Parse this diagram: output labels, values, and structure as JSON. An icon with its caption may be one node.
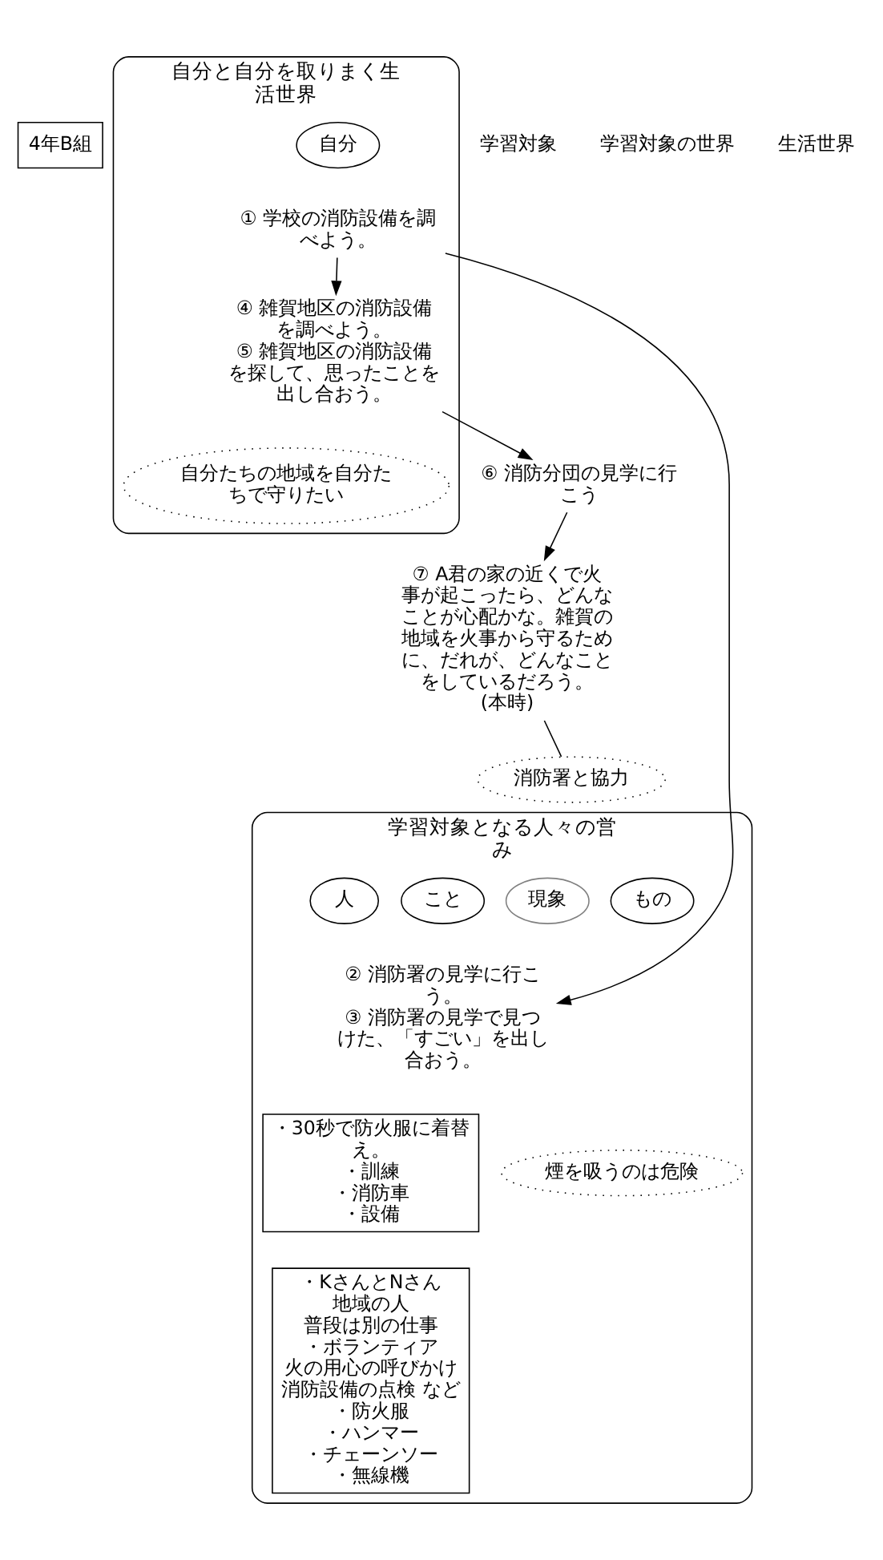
{
  "diagram": {
    "nodes": [
      {
        "text": [
          "4年B組"
        ]
      },
      {
        "text": [
          "学習対象となる人々の営み"
        ]
      },
      {
        "text": [
          "② 消防署の見学に行こう。",
          "③ 消防署の見学で見つけた、「すごい」を出し合おう。"
        ],
        "in": 1
      },
      {
        "text": [
          "人"
        ],
        "in": 1
      },
      {
        "text": [
          "こと"
        ],
        "in": 1
      },
      {
        "text": [
          "もの"
        ],
        "in": 1
      },
      {
        "text": [
          "現象"
        ],
        "in": 1
      },
      {
        "text": [
          "・30秒で防火服に着替え。",
          "・訓練",
          "・消防車",
          "・設備"
        ],
        "in": 1
      },
      {
        "text": [
          "・KさんとNさん",
          "地域の人",
          "普段は別の仕事",
          "・ボランティア",
          "火の用心の呼びかけ",
          "消防設備の点検 など",
          "・防火服",
          "・ハンマー",
          "・チェーンソー",
          "・無線機"
        ],
        "in": 1
      },
      {
        "text": [
          "煙を吸うのは危険"
        ],
        "in": 1
      },
      {
        "text": [
          "自分と自分を取りまく生活世界"
        ]
      },
      {
        "text": [
          "自分"
        ],
        "in": 10
      },
      {
        "text": [
          "① 学校の消防設備を調べよう。"
        ],
        "in": 10
      },
      {
        "text": [
          "④ 雑賀地区の消防設備を調べよう。",
          "⑤ 雑賀地区の消防設備を探して、思ったことを出し合おう。"
        ],
        "in": 10
      },
      {
        "text": [
          "自分たちの地域を自分たちで守りたい"
        ],
        "in": 10
      },
      {
        "text": [
          "消防署と協力"
        ]
      },
      {
        "text": [
          "⑦ A君の家の近くで火事が起こったら、どんなことが心配かな。雑賀の地域を火事から守るために、だれが、どんなことをしているだろう。",
          "(本時)"
        ]
      },
      {
        "text": [
          "⑥ 消防分団の見学に行こう"
        ]
      }
    ],
    "edges": [
      {
        "from": 12,
        "to": 13,
        "arrow": "to"
      },
      {
        "from": 12,
        "to": 2,
        "arrow": "to"
      },
      {
        "from": 13,
        "to": 17,
        "arrow": "to"
      },
      {
        "from": 17,
        "to": 16,
        "arrow": "to"
      },
      {
        "from": 16,
        "to": 15,
        "arrow": "none"
      }
    ],
    "labels": [
      "学習対象",
      "学習対象の世界",
      "生活世界"
    ]
  }
}
